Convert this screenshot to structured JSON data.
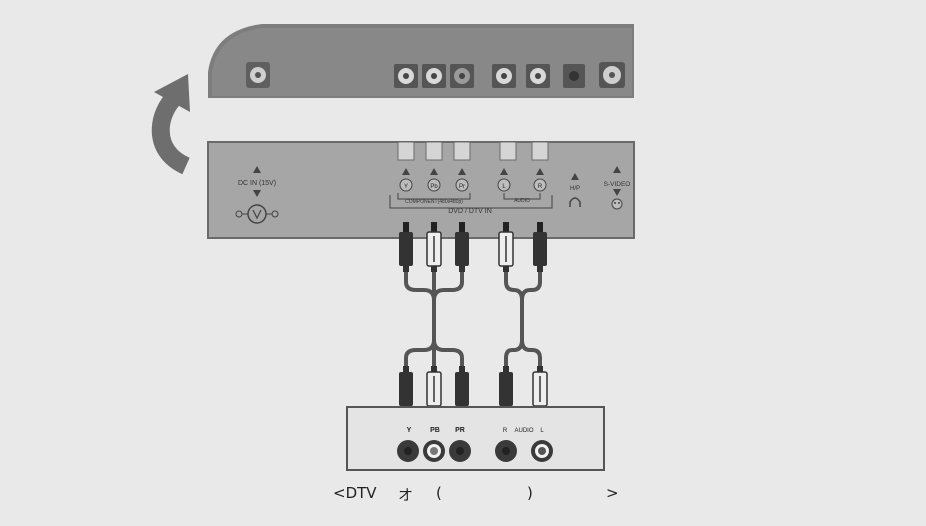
{
  "tv_panel": {
    "labels": {
      "dc_in": "DC IN (15V)",
      "y": "Y",
      "pb": "Pb",
      "pr": "Pr",
      "component": "COMPONENT(480i/480p)",
      "audio_l": "L",
      "audio_r": "R",
      "audio": "AUDIO",
      "hp": "H/P",
      "s_video": "S-VIDEO",
      "dvd_dtv_in": "DVD / DTV IN"
    }
  },
  "source_device": {
    "labels": {
      "y": "Y",
      "pb": "PB",
      "pr": "PR",
      "r": "R",
      "audio": "AUDIO",
      "l": "L"
    }
  },
  "caption": {
    "part1": "<DTV",
    "part2": "オ",
    "part3": "(",
    "part4": ")",
    "part5": ">"
  },
  "colors": {
    "panel": "#a6a6a6",
    "housing": "#7d7d7d",
    "cable": "#555555"
  }
}
